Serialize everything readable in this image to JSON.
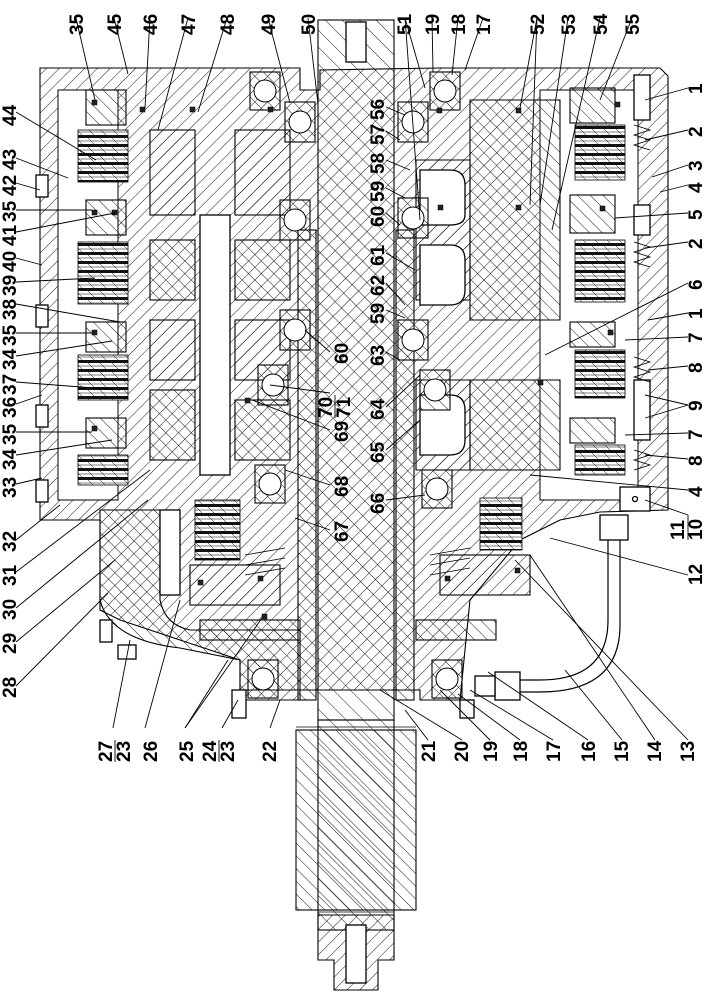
{
  "figure": {
    "type": "sectional-assembly-drawing",
    "subject": "transmission / clutch pack cross-section",
    "colors": {
      "line": "#000000",
      "background": "#ffffff"
    }
  },
  "callouts": {
    "top": [
      "35",
      "45",
      "46",
      "47",
      "48",
      "49",
      "50",
      "51",
      "19",
      "18",
      "17",
      "52",
      "53",
      "54",
      "55"
    ],
    "left": [
      "44",
      "43",
      "42",
      "35",
      "41",
      "40",
      "39",
      "38",
      "35",
      "34",
      "37",
      "36",
      "35",
      "34",
      "33",
      "32",
      "31",
      "30",
      "29",
      "28"
    ],
    "right": [
      "1",
      "2",
      "3",
      "4",
      "5",
      "2",
      "6",
      "1",
      "7",
      "8",
      "9",
      "7",
      "8",
      "4",
      "11/10",
      "12"
    ],
    "bottom": [
      "27/23",
      "26",
      "25",
      "24/23",
      "22",
      "21",
      "20",
      "19",
      "18",
      "17",
      "16",
      "15",
      "14",
      "13"
    ],
    "center_right_of_shaft": [
      "56",
      "57",
      "58",
      "59",
      "60",
      "61",
      "62",
      "59",
      "63",
      "64",
      "65",
      "66"
    ],
    "center_left_of_shaft": [
      "60",
      "70/71",
      "69",
      "68",
      "67"
    ]
  },
  "labels": {
    "l35a": "35",
    "l45": "45",
    "l46": "46",
    "l47": "47",
    "l48": "48",
    "l49": "49",
    "l50": "50",
    "l51": "51",
    "l19t": "19",
    "l18t": "18",
    "l17t": "17",
    "l52": "52",
    "l53": "53",
    "l54": "54",
    "l55": "55",
    "l44": "44",
    "l43": "43",
    "l42": "42",
    "l35b": "35",
    "l41": "41",
    "l40": "40",
    "l39": "39",
    "l38": "38",
    "l35c": "35",
    "l34a": "34",
    "l37": "37",
    "l36": "36",
    "l35d": "35",
    "l34b": "34",
    "l33": "33",
    "l32": "32",
    "l31": "31",
    "l30": "30",
    "l29": "29",
    "l28": "28",
    "l1a": "1",
    "l2a": "2",
    "l3": "3",
    "l4a": "4",
    "l5": "5",
    "l2b": "2",
    "l6": "6",
    "l1b": "1",
    "l7a": "7",
    "l8a": "8",
    "l9": "9",
    "l7b": "7",
    "l8b": "8",
    "l4b": "4",
    "l11": "11",
    "l10": "10",
    "l12": "12",
    "l27": "27",
    "l23a": "23",
    "l26": "26",
    "l25": "25",
    "l24": "24",
    "l23b": "23",
    "l22": "22",
    "l21": "21",
    "l20": "20",
    "l19b": "19",
    "l18b": "18",
    "l17b": "17",
    "l16": "16",
    "l15": "15",
    "l14": "14",
    "l13": "13",
    "l56": "56",
    "l57": "57",
    "l58": "58",
    "l59a": "59",
    "l60a": "60",
    "l61": "61",
    "l62": "62",
    "l59b": "59",
    "l63": "63",
    "l64": "64",
    "l65": "65",
    "l66": "66",
    "l60b": "60",
    "l70": "70",
    "l71": "71",
    "l69": "69",
    "l68": "68",
    "l67": "67"
  }
}
